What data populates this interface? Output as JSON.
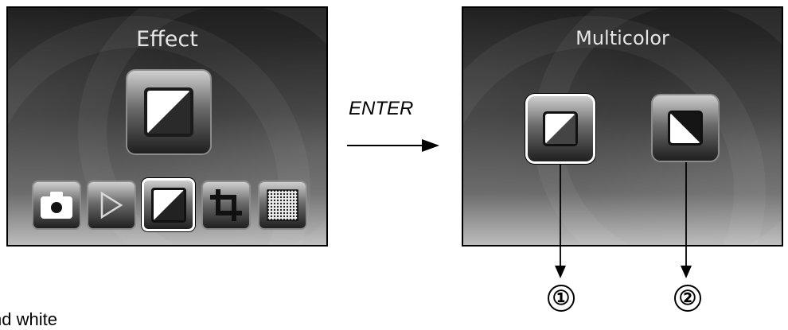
{
  "left_screen": {
    "title": "Effect",
    "menu_icons": [
      "camera-icon",
      "play-icon",
      "effect-icon",
      "crop-icon",
      "dots-icon"
    ],
    "selected_icon": "effect-icon"
  },
  "arrow_label": "ENTER",
  "right_screen": {
    "title": "Multicolor",
    "options": [
      {
        "icon": "effect-multicolor-icon",
        "marker": "①"
      },
      {
        "icon": "effect-bw-icon",
        "marker": "②"
      }
    ]
  },
  "footer_text": "nd white"
}
